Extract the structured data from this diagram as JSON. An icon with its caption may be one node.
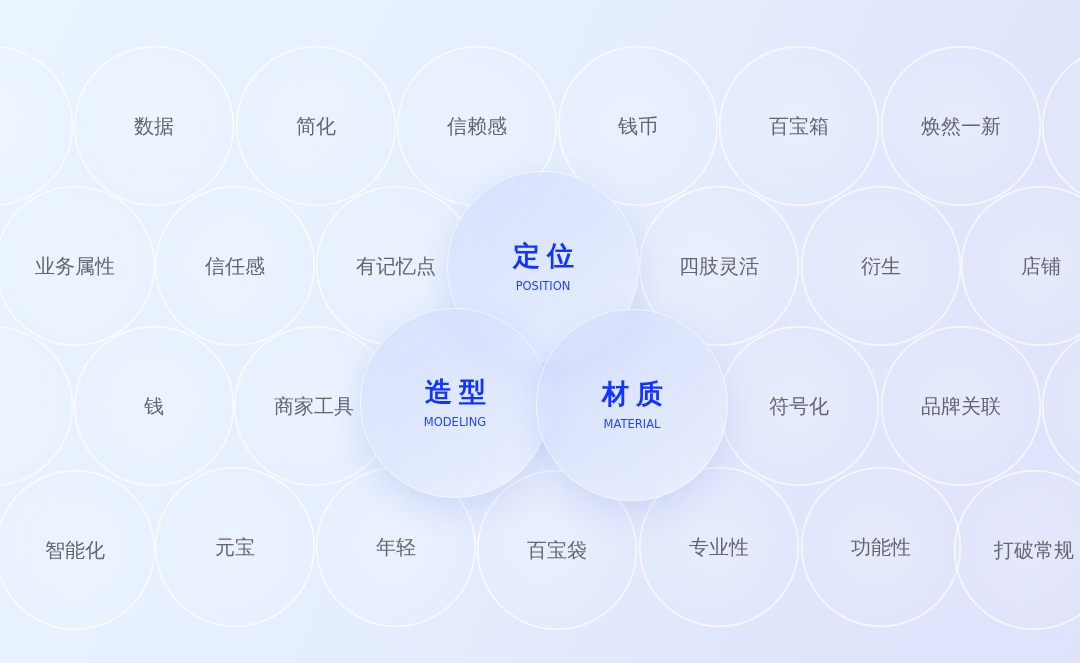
{
  "diagram": {
    "nodes": [
      {
        "text": [],
        "shape": "circle"
      },
      {
        "text": [
          "数据"
        ]
      },
      {
        "text": [
          "简化"
        ]
      },
      {
        "text": [
          "信赖感"
        ]
      },
      {
        "text": [
          "钱币"
        ]
      },
      {
        "text": [
          "百宝箱"
        ]
      },
      {
        "text": [
          "焕然一新"
        ]
      },
      {
        "text": [],
        "shape": "circle"
      },
      {
        "text": [
          "业务属性"
        ]
      },
      {
        "text": [
          "信任感"
        ]
      },
      {
        "text": [
          "有记忆点"
        ]
      },
      {
        "text": [
          "定位",
          "POSITION"
        ]
      },
      {
        "text": [
          "四肢灵活"
        ]
      },
      {
        "text": [
          "衍生"
        ]
      },
      {
        "text": [
          "店铺"
        ]
      },
      {
        "text": [],
        "shape": "circle"
      },
      {
        "text": [
          "钱"
        ]
      },
      {
        "text": [
          "商家工具"
        ]
      },
      {
        "text": [
          "造型",
          "MODELING"
        ]
      },
      {
        "text": [
          "材质",
          "MATERIAL"
        ]
      },
      {
        "text": [
          "符号化"
        ]
      },
      {
        "text": [
          "品牌关联"
        ]
      },
      {
        "text": [],
        "shape": "circle"
      },
      {
        "text": [
          "智能化"
        ]
      },
      {
        "text": [
          "元宝"
        ]
      },
      {
        "text": [
          "年轻"
        ]
      },
      {
        "text": [
          "百宝袋"
        ]
      },
      {
        "text": [
          "专业性"
        ]
      },
      {
        "text": [
          "功能性"
        ]
      },
      {
        "text": [
          "打破常规"
        ]
      }
    ]
  }
}
